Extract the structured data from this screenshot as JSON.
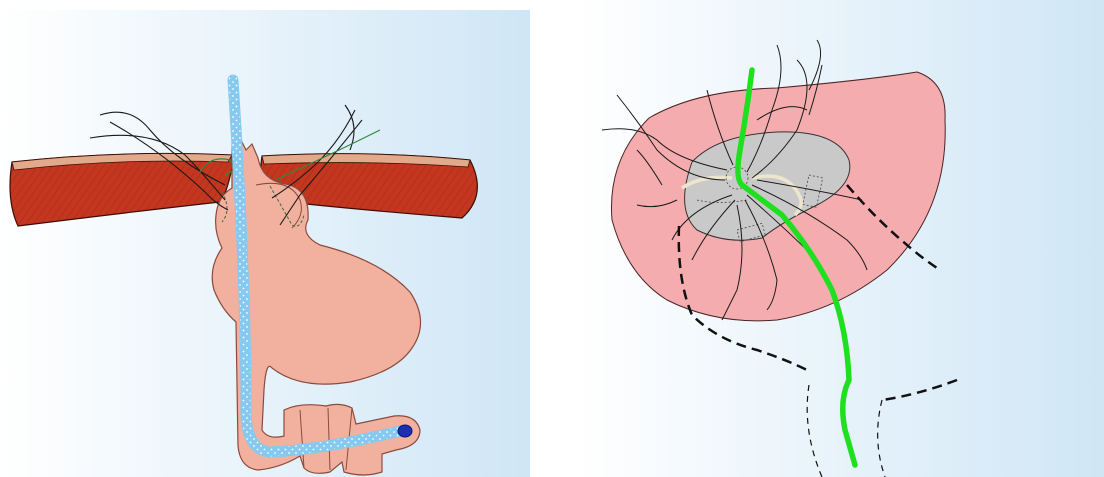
{
  "panels": [
    {
      "id": "left",
      "subject": "stomach-with-tube-and-diaphragm"
    },
    {
      "id": "right",
      "subject": "hiatus-close-up"
    }
  ],
  "colors": {
    "background_light": "#ffffff",
    "background_blue": "#cfe6f6",
    "muscle": "#c3361f",
    "muscle_top": "#e2a98a",
    "organ": "#f2b19e",
    "organ_outline": "#8a4b3d",
    "tube": "#86c9f0",
    "tube_dots": "#ffffff",
    "tube_tip": "#1c2fb4",
    "tissue_pink": "#f5acae",
    "hiatus_gray": "#c9c9c9",
    "guide_green": "#1fe01f",
    "suture": "#1a1a1a",
    "suture_green": "#2f8a3f"
  }
}
